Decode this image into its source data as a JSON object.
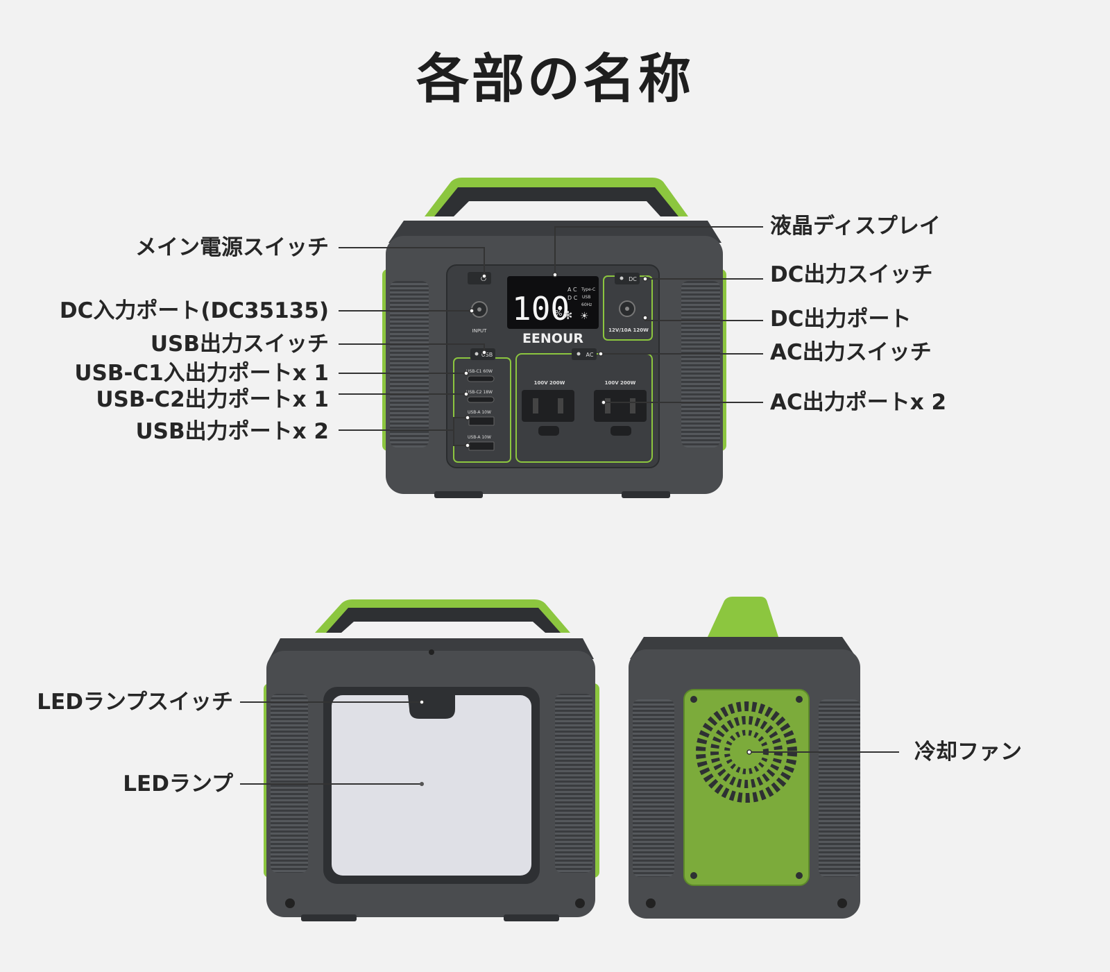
{
  "title": "各部の名称",
  "device": {
    "brand": "EENOUR",
    "display": {
      "percent": "100",
      "unit": "%",
      "ac": "A C",
      "dc": "D C",
      "typec": "Type-C",
      "usb": "USB",
      "hz": "60Hz"
    },
    "panel": {
      "input": "INPUT",
      "dc_button": "DC",
      "dc_rating": "12V/10A 120W",
      "usb_button": "USB",
      "ac_button": "AC",
      "usbc1": "USB-C1 60W",
      "usbc2": "USB-C2 18W",
      "usba1": "USB-A 10W",
      "usba2": "USB-A 10W",
      "ac1": "100V 200W",
      "ac2": "100V 200W"
    }
  },
  "labels": {
    "main_switch": "メイン電源スイッチ",
    "dc_input": "DC入力ポート(DC35135)",
    "usb_switch": "USB出力スイッチ",
    "usbc1_port": "USB-C1入出力ポートx 1",
    "usbc2_port": "USB-C2出力ポートx 1",
    "usb_port": "USB出力ポートx 2",
    "lcd": "液晶ディスプレイ",
    "dc_switch": "DC出力スイッチ",
    "dc_port": "DC出力ポート",
    "ac_switch": "AC出力スイッチ",
    "ac_port": "AC出力ポートx 2",
    "led_switch": "LEDランプスイッチ",
    "led_lamp": "LEDランプ",
    "fan": "冷却ファン"
  },
  "colors": {
    "background": "#f2f2f2",
    "body": "#4a4c4f",
    "body_dark": "#2e3033",
    "accent": "#8cc63f",
    "fan_panel": "#7cab3b",
    "lamp": "#dfe0e6"
  }
}
